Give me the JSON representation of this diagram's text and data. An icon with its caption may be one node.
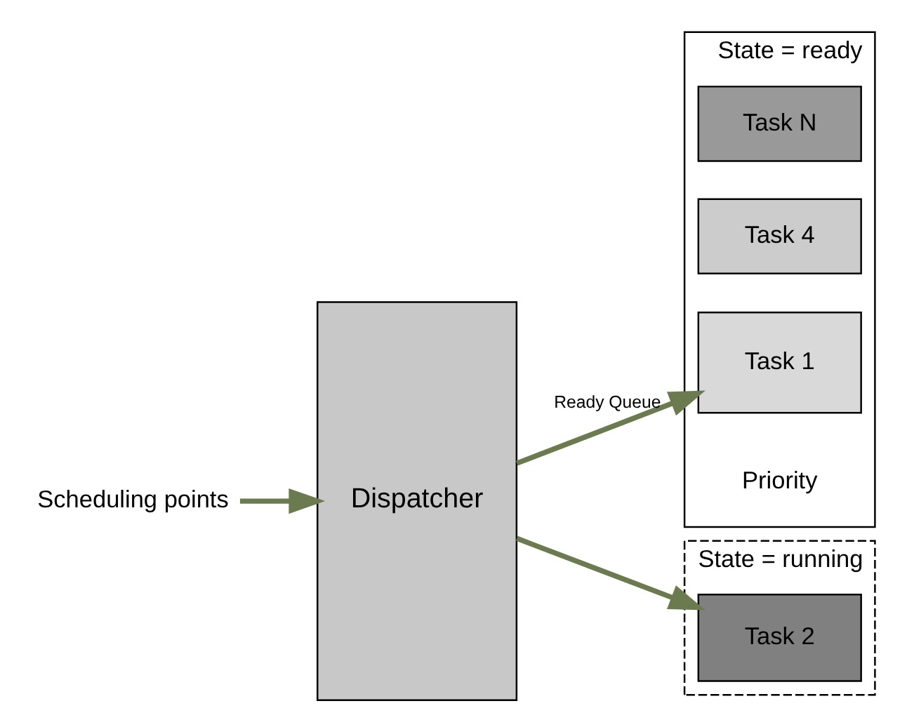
{
  "diagram": {
    "nodes": [
      {
        "text": [
          "State = ready"
        ]
      },
      {
        "text": [
          "Task N"
        ],
        "in": 0
      },
      {
        "text": [
          "Task 4"
        ],
        "in": 0
      },
      {
        "text": [
          "Task 1"
        ],
        "in": 0
      },
      {
        "text": [
          "Scheduling points"
        ]
      },
      {
        "text": [
          "Dispatcher"
        ]
      },
      {
        "text": [
          "State = running"
        ]
      },
      {
        "text": [
          "Task 2"
        ],
        "in": 6
      }
    ],
    "edges": [
      {
        "from": 4,
        "to": 5,
        "arrow": "to"
      },
      {
        "from": 5,
        "to": 3,
        "arrow": "to",
        "label": "Ready Queue"
      },
      {
        "from": 5,
        "to": 7,
        "arrow": "to"
      }
    ],
    "labels": [
      "Priority"
    ]
  }
}
